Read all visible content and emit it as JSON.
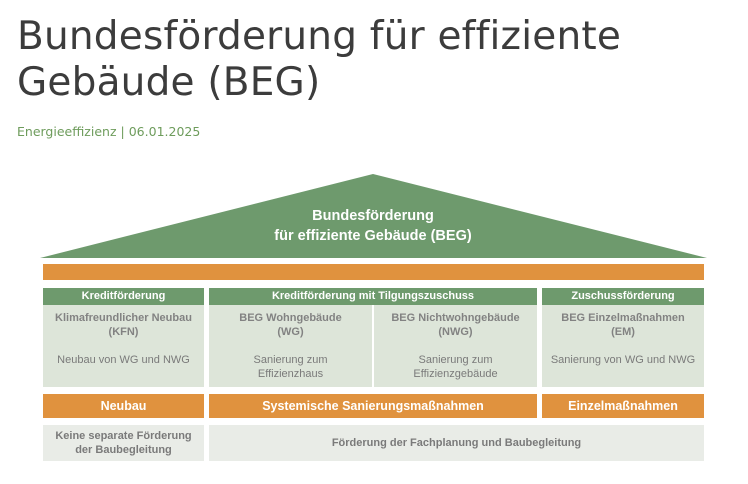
{
  "article": {
    "title_line1": "Bundesförderung für effiziente",
    "title_line2": "Gebäude (BEG)",
    "category": "Energieeffizienz",
    "separator": "|",
    "date": "06.01.2025"
  },
  "infographic": {
    "roof_line1": "Bundesförderung",
    "roof_line2": "für effiziente Gebäude (BEG)",
    "headers": {
      "kredit": "Kreditförderung",
      "kredit_tilgung": "Kreditförderung mit Tilgungszuschuss",
      "zuschuss": "Zuschussförderung"
    },
    "columns": [
      {
        "title1": "Klimafreundlicher Neubau",
        "title2": "(KFN)",
        "sub1": "Neubau von WG und NWG",
        "sub2": ""
      },
      {
        "title1": "BEG Wohngebäude",
        "title2": "(WG)",
        "sub1": "Sanierung zum",
        "sub2": "Effizienzhaus"
      },
      {
        "title1": "BEG Nichtwohngebäude",
        "title2": "(NWG)",
        "sub1": "Sanierung zum",
        "sub2": "Effizienzgebäude"
      },
      {
        "title1": "BEG Einzelmaßnahmen",
        "title2": "(EM)",
        "sub1": "Sanierung von WG und NWG",
        "sub2": ""
      }
    ],
    "categories": {
      "neubau": "Neubau",
      "systemisch": "Systemische Sanierungsmaßnahmen",
      "einzel": "Einzelmaßnahmen"
    },
    "footer": {
      "left1": "Keine separate Förderung",
      "left2": "der Baubegleitung",
      "right": "Förderung der Fachplanung und Baubegleitung"
    },
    "colors": {
      "green": "#6e9a6d",
      "orange": "#e0923e",
      "light_green": "#dde5d9",
      "light_gray": "#e9ece7",
      "meta_green": "#6e9c5c"
    }
  }
}
